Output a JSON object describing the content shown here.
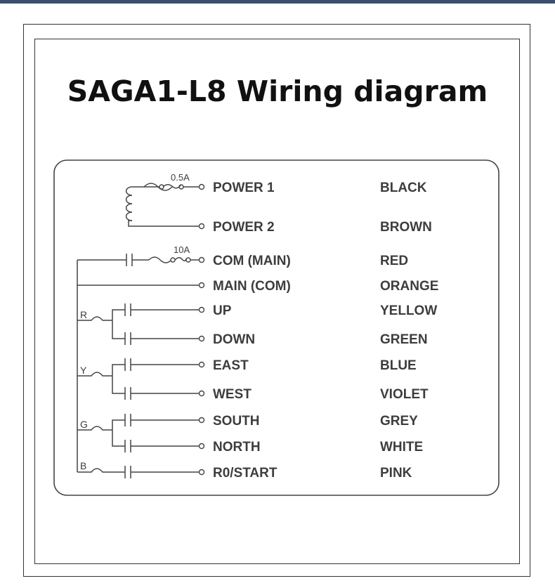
{
  "title": "SAGA1-L8 Wiring diagram",
  "fuse_power": "0.5A",
  "fuse_main": "10A",
  "groups": [
    "R",
    "Y",
    "G",
    "B"
  ],
  "rows": [
    {
      "terminal": "POWER 1",
      "color": "BLACK"
    },
    {
      "terminal": "POWER 2",
      "color": "BROWN"
    },
    {
      "terminal": "COM (MAIN)",
      "color": "RED"
    },
    {
      "terminal": "MAIN (COM)",
      "color": "ORANGE"
    },
    {
      "terminal": "UP",
      "color": "YELLOW"
    },
    {
      "terminal": "DOWN",
      "color": "GREEN"
    },
    {
      "terminal": "EAST",
      "color": "BLUE"
    },
    {
      "terminal": "WEST",
      "color": "VIOLET"
    },
    {
      "terminal": "SOUTH",
      "color": "GREY"
    },
    {
      "terminal": "NORTH",
      "color": "WHITE"
    },
    {
      "terminal": "R0/START",
      "color": "PINK"
    }
  ]
}
